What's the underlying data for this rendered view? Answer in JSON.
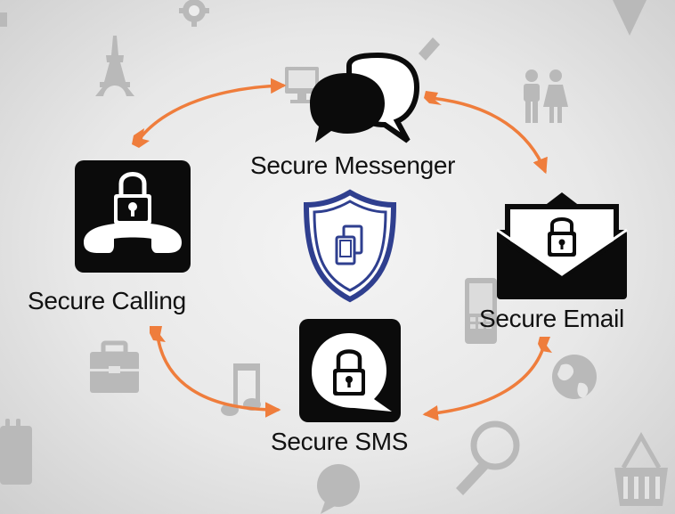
{
  "diagram": {
    "nodes": [
      {
        "id": "messenger",
        "label": "Secure Messenger",
        "icon": "speech-bubbles-icon"
      },
      {
        "id": "email",
        "label": "Secure Email",
        "icon": "envelope-lock-icon"
      },
      {
        "id": "sms",
        "label": "Secure SMS",
        "icon": "sms-lock-icon"
      },
      {
        "id": "calling",
        "label": "Secure Calling",
        "icon": "phone-lock-icon"
      }
    ],
    "center_icon": "shield-devices-icon",
    "edges": [
      {
        "from": "calling",
        "to": "messenger"
      },
      {
        "from": "messenger",
        "to": "email"
      },
      {
        "from": "email",
        "to": "sms"
      },
      {
        "from": "sms",
        "to": "calling"
      }
    ]
  },
  "colors": {
    "arrow": "#ef7d3c",
    "shield": "#2f3f8f",
    "tile": "#0b0b0b",
    "background_icons": "#b9b9b9"
  }
}
